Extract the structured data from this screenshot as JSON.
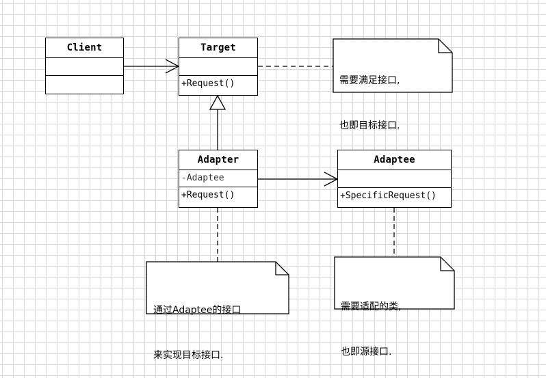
{
  "classes": {
    "client": {
      "name": "Client"
    },
    "target": {
      "name": "Target",
      "operation": "+Request()"
    },
    "adapter": {
      "name": "Adapter",
      "attribute": "-Adaptee",
      "operation": "+Request()"
    },
    "adaptee": {
      "name": "Adaptee",
      "operation": "+SpecificRequest()"
    }
  },
  "notes": {
    "target_note": {
      "line1": "需要满足接口,",
      "line2": "也即目标接口."
    },
    "adapter_note": {
      "line1": "通过Adaptee的接口",
      "line2": "来实现目标接口."
    },
    "adaptee_note": {
      "line1": "需要适配的类,",
      "line2": "也即源接口."
    }
  }
}
